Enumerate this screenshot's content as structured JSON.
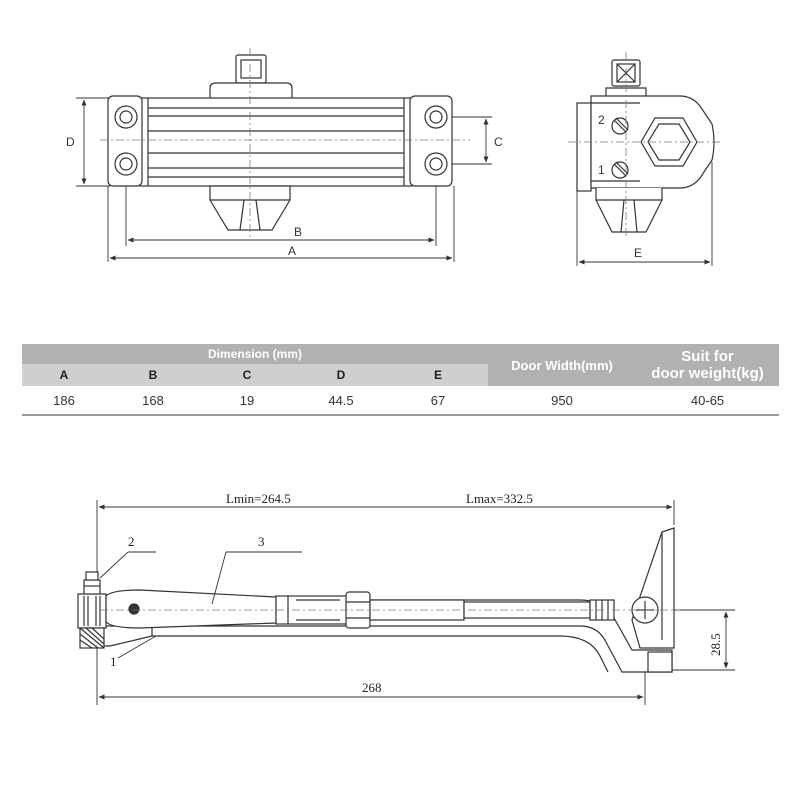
{
  "top_labels": {
    "a": "A",
    "b": "B",
    "c": "C",
    "d": "D",
    "e": "E",
    "digit_upper": "2",
    "digit_lower": "1"
  },
  "table": {
    "dimension_header": "Dimension (mm)",
    "door_width_header": "Door Width(mm)",
    "weight_header_line1": "Suit for",
    "weight_header_line2": "door weight(kg)",
    "columns": [
      "A",
      "B",
      "C",
      "D",
      "E"
    ],
    "values": [
      "186",
      "168",
      "19",
      "44.5",
      "67"
    ],
    "door_width_value": "950",
    "weight_value": "40-65"
  },
  "bottom_labels": {
    "lmin": "Lmin=264.5",
    "lmax": "Lmax=332.5",
    "length": "268",
    "height": "28.5",
    "callout_1": "1",
    "callout_2": "2",
    "callout_3": "3"
  }
}
